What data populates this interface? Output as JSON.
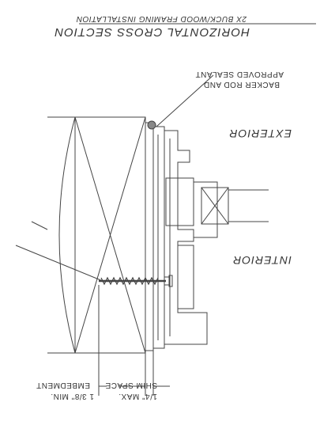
{
  "drawing": {
    "title": "HORIZONTAL CROSS SECTION",
    "subtitle": "2X BUCK/WOOD FRAMING INSTALLATION",
    "exterior_label": "EXTERIOR",
    "interior_label": "INTERIOR",
    "sealant_note": [
      "BACKER ROD AND",
      "APPROVED SEALANT"
    ],
    "shim_note": [
      "SHIM SPACE",
      "1/4\" MAX."
    ],
    "embed_note": [
      "EMBEDMENT",
      "1 3/8\" MIN."
    ]
  },
  "colors": {
    "line": "#444444",
    "text": "#333333"
  }
}
